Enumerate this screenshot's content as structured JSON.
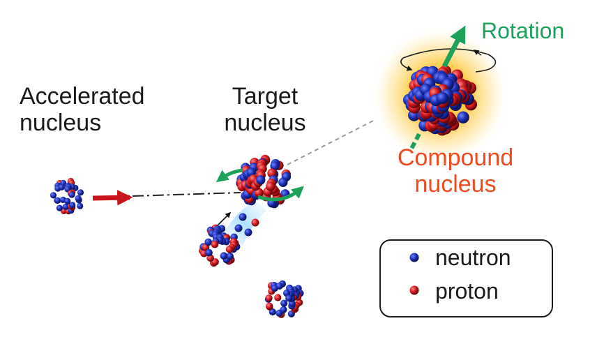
{
  "labels": {
    "accelerated_line1": "Accelerated",
    "accelerated_line2": "nucleus",
    "target_line1": "Target",
    "target_line2": "nucleus",
    "rotation": "Rotation",
    "compound_line1": "Compound",
    "compound_line2": "nucleus"
  },
  "legend": {
    "neutron": "neutron",
    "proton": "proton"
  },
  "colors": {
    "neutron": "#1d2fb5",
    "proton": "#d3171e",
    "beam_arrow": "#c8141c",
    "rotation": "#1ea15a",
    "compound_label": "#f04a1e",
    "glow": "#ffb300"
  }
}
